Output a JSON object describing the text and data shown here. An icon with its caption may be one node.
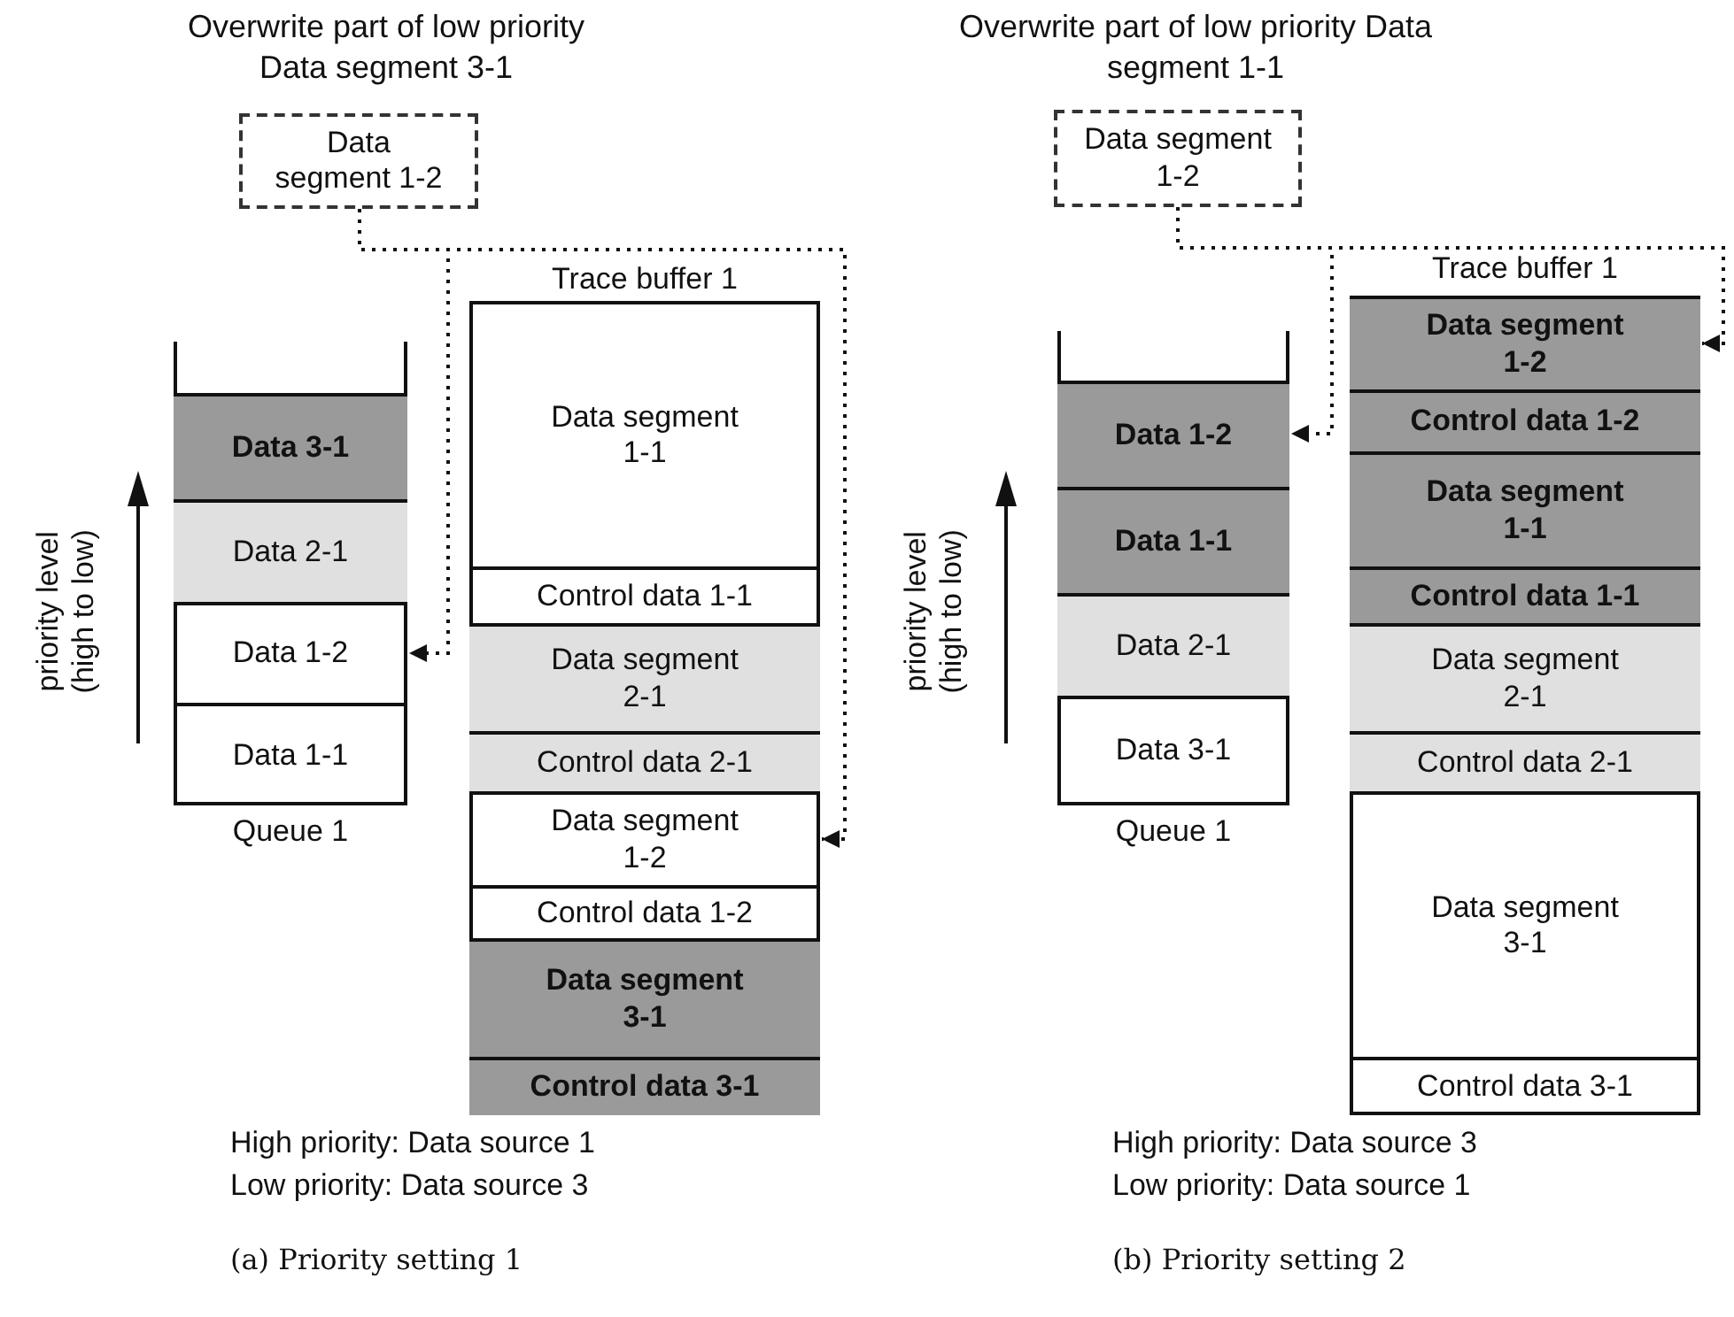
{
  "diagram": {
    "nodes": [
      {
        "text": [
          "Data segment 1-2"
        ],
        "beside": [
          "Overwrite part of low priority Data segment 3-1"
        ]
      },
      {
        "text": [
          "Queue 1"
        ]
      },
      {
        "text": [
          "Data 3-1"
        ],
        "in": 1
      },
      {
        "text": [
          "Data 2-1"
        ],
        "in": 1
      },
      {
        "text": [
          "Data 1-2"
        ],
        "in": 1
      },
      {
        "text": [
          "Data 1-1"
        ],
        "in": 1
      },
      {
        "text": [
          "Trace buffer 1"
        ]
      },
      {
        "text": [
          "Data segment 1-1"
        ],
        "in": 6
      },
      {
        "text": [
          "Control data 1-1"
        ],
        "in": 6
      },
      {
        "text": [
          "Data segment 2-1"
        ],
        "in": 6
      },
      {
        "text": [
          "Control data 2-1"
        ],
        "in": 6
      },
      {
        "text": [
          "Data segment 1-2"
        ],
        "in": 6
      },
      {
        "text": [
          "Control data 1-2"
        ],
        "in": 6
      },
      {
        "text": [
          "Data segment 3-1"
        ],
        "in": 6
      },
      {
        "text": [
          "Control data 3-1"
        ],
        "in": 6
      },
      {
        "text": [
          "Data segment 1-2"
        ],
        "beside": [
          "Overwrite part of low priority Data segment 1-1"
        ]
      },
      {
        "text": [
          "Queue 1"
        ]
      },
      {
        "text": [
          "Data 1-2"
        ],
        "in": 16
      },
      {
        "text": [
          "Data 1-1"
        ],
        "in": 16
      },
      {
        "text": [
          "Data 2-1"
        ],
        "in": 16
      },
      {
        "text": [
          "Data 3-1"
        ],
        "in": 16
      },
      {
        "text": [
          "Trace buffer 1"
        ]
      },
      {
        "text": [
          "Data segment 1-2"
        ],
        "in": 21
      },
      {
        "text": [
          "Control data 1-2"
        ],
        "in": 21
      },
      {
        "text": [
          "Data segment 1-1"
        ],
        "in": 21
      },
      {
        "text": [
          "Control data 1-1"
        ],
        "in": 21
      },
      {
        "text": [
          "Data segment 2-1"
        ],
        "in": 21
      },
      {
        "text": [
          "Control data 2-1"
        ],
        "in": 21
      },
      {
        "text": [
          "Data segment 3-1"
        ],
        "in": 21
      },
      {
        "text": [
          "Control data 3-1"
        ],
        "in": 21
      }
    ],
    "edges": [
      {
        "from": 0,
        "to": 4,
        "arrow": "to",
        "style": "dashed"
      },
      {
        "from": 0,
        "to": 11,
        "arrow": "to",
        "style": "dashed"
      },
      {
        "from": 15,
        "to": 17,
        "arrow": "to",
        "style": "dashed"
      },
      {
        "from": 15,
        "to": 22,
        "arrow": "to",
        "style": "dashed"
      }
    ],
    "labels": [
      "priority level (high to low)",
      "High priority: Data source 1",
      "Low priority: Data source 3",
      "(a) Priority setting 1",
      "priority level (high to low)",
      "High priority: Data source 3",
      "Low priority: Data source 1",
      "(b) Priority setting 2"
    ]
  }
}
